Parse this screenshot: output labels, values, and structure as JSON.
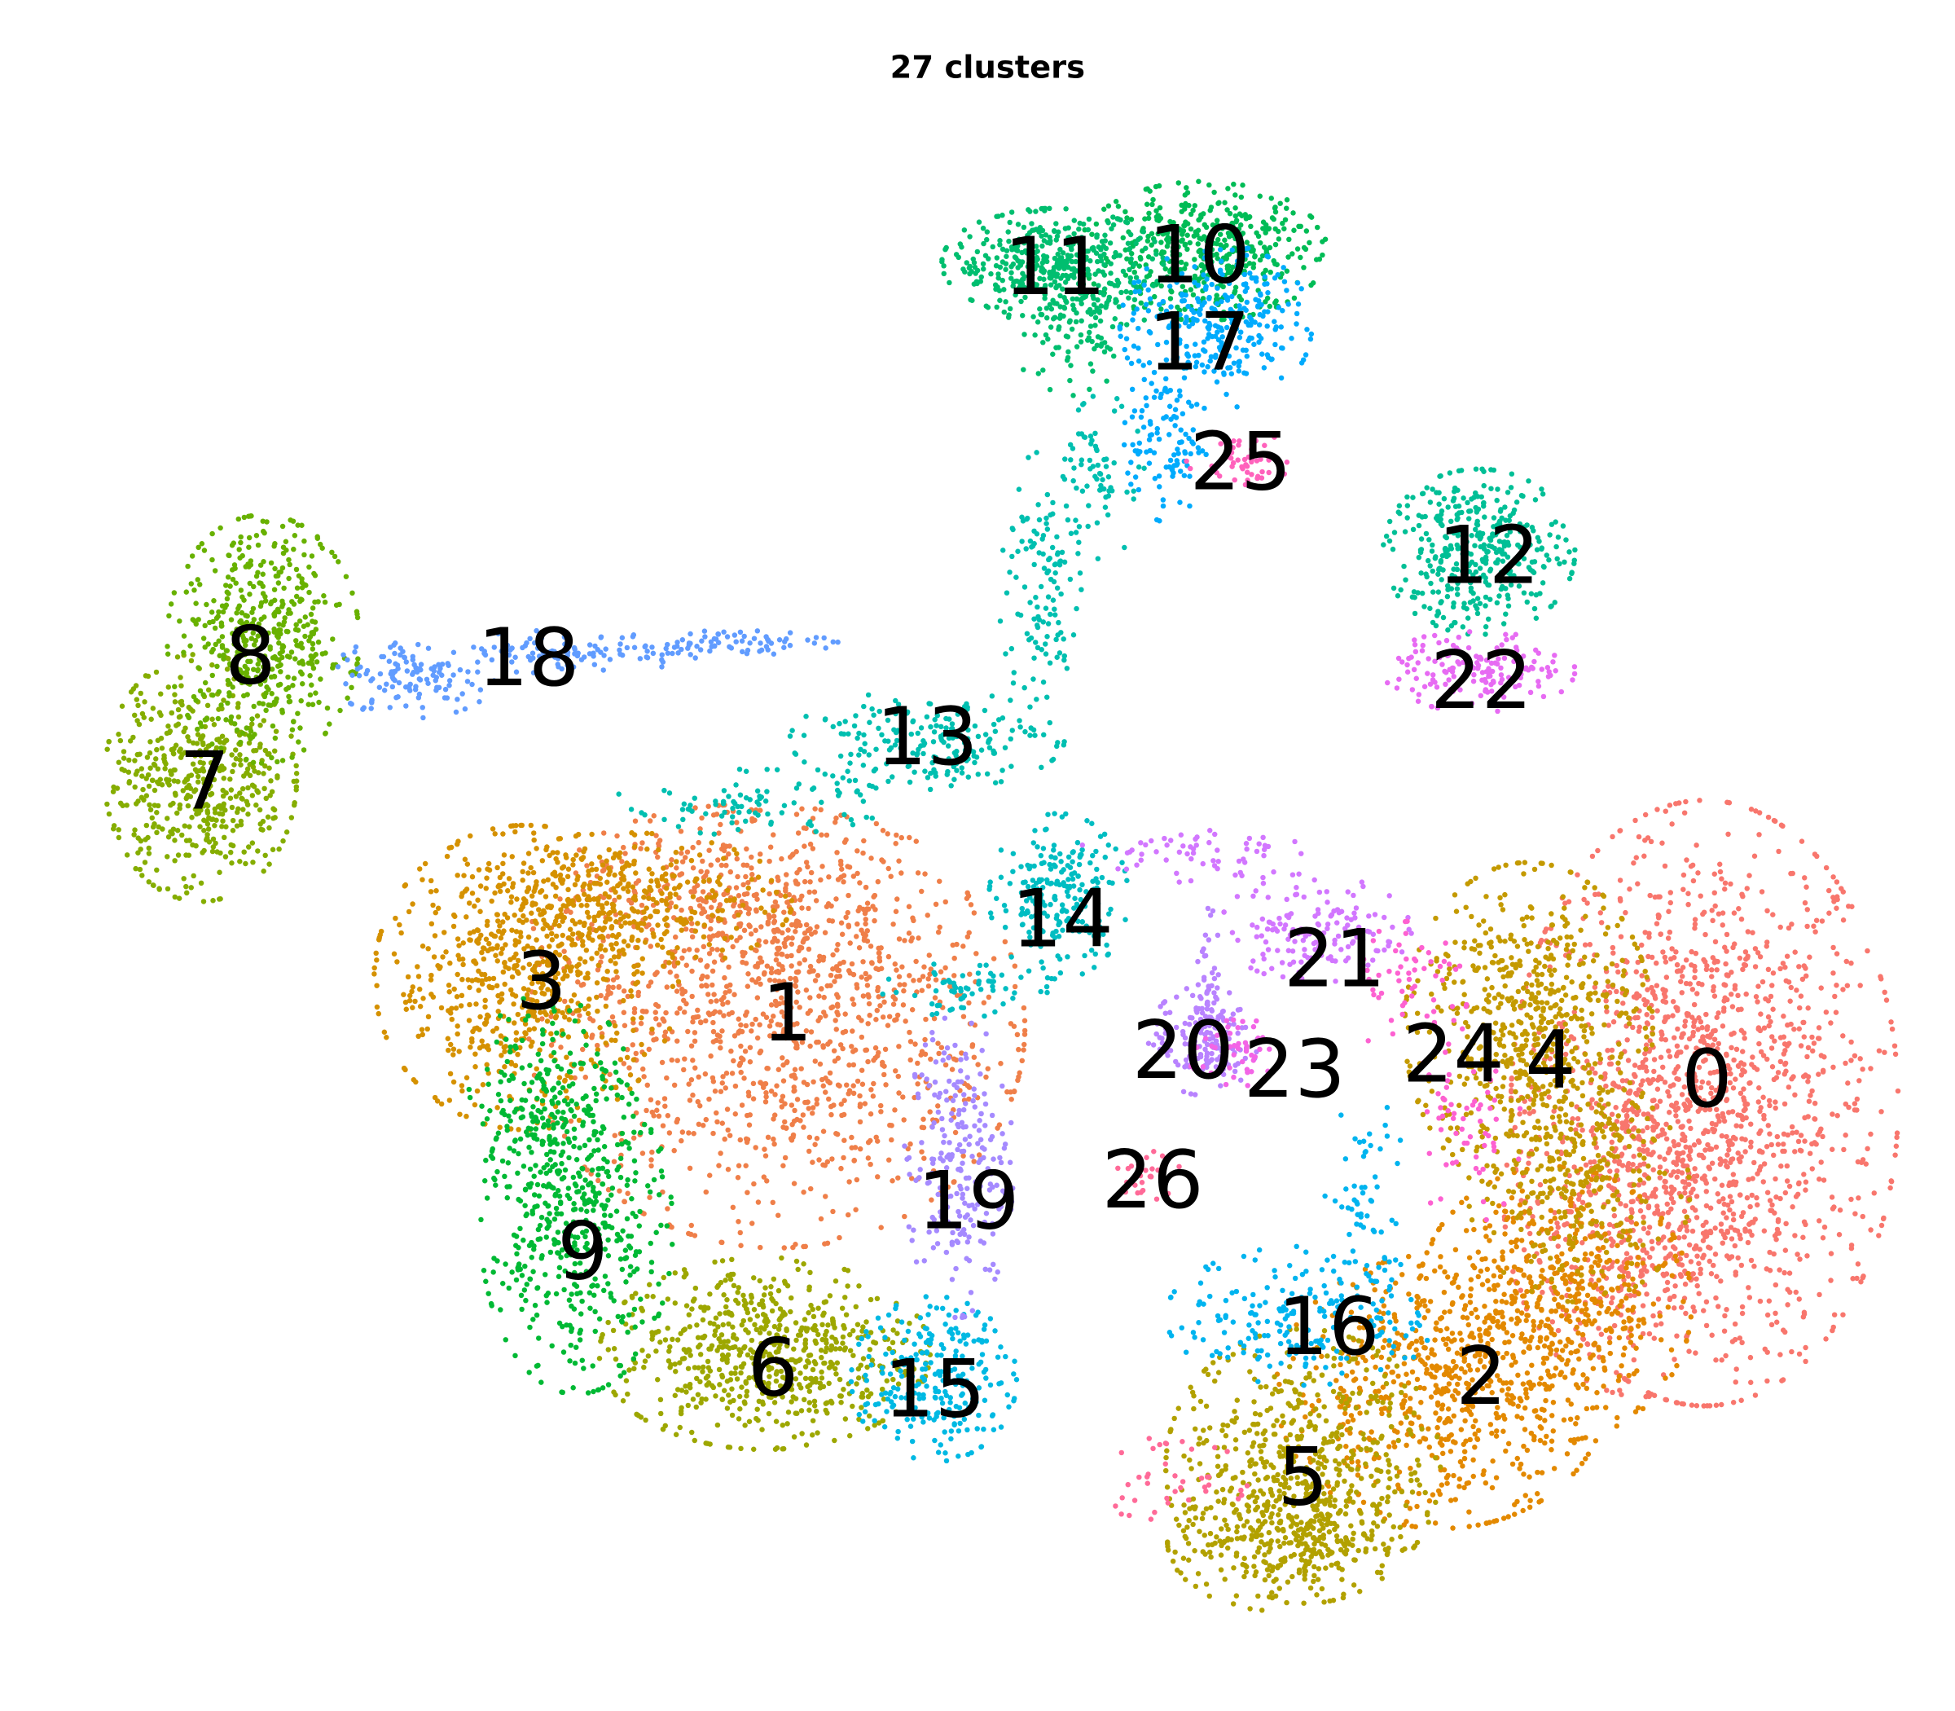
{
  "chart_data": {
    "type": "scatter",
    "title": "27 clusters",
    "xlabel": "",
    "ylabel": "",
    "xlim": [
      -13,
      11.5
    ],
    "ylim": [
      -11,
      11.7
    ],
    "grid": false,
    "legend": "none",
    "clusters": [
      {
        "id": "0",
        "color": "#F8766D",
        "label_x": 9.7,
        "label_y": -2.63,
        "blobs": [
          [
            9.67,
            -3.0,
            1.17,
            1.83,
            1300
          ],
          [
            8.83,
            -4.33,
            0.83,
            1.17,
            400
          ]
        ]
      },
      {
        "id": "1",
        "color": "#EF7F49",
        "label_x": -2.53,
        "label_y": -1.75,
        "blobs": [
          [
            -2.67,
            -2.0,
            1.5,
            1.33,
            1000
          ],
          [
            -3.0,
            -0.5,
            1.33,
            0.67,
            400
          ]
        ]
      },
      {
        "id": "2",
        "color": "#E38900",
        "label_x": 6.7,
        "label_y": -6.58,
        "blobs": [
          [
            7.67,
            -5.67,
            0.83,
            0.83,
            500
          ],
          [
            6.17,
            -6.83,
            1.0,
            0.83,
            600
          ]
        ]
      },
      {
        "id": "3",
        "color": "#D59100",
        "label_x": -5.8,
        "label_y": -1.33,
        "blobs": [
          [
            -6.0,
            -1.33,
            0.92,
            0.92,
            650
          ],
          [
            -4.67,
            -0.33,
            1.0,
            0.42,
            350
          ]
        ]
      },
      {
        "id": "4",
        "color": "#C49A00",
        "label_x": 7.62,
        "label_y": -2.38,
        "blobs": [
          [
            7.33,
            -2.0,
            0.75,
            1.0,
            650
          ],
          [
            8.0,
            -4.17,
            0.67,
            0.67,
            250
          ]
        ]
      },
      {
        "id": "5",
        "color": "#B2A100",
        "label_x": 4.33,
        "label_y": -7.92,
        "blobs": [
          [
            4.33,
            -7.83,
            0.83,
            0.83,
            550
          ],
          [
            4.0,
            -8.83,
            0.67,
            0.42,
            250
          ]
        ]
      },
      {
        "id": "6",
        "color": "#9DA700",
        "label_x": -2.72,
        "label_y": -6.47,
        "blobs": [
          [
            -2.83,
            -6.33,
            1.0,
            0.58,
            650
          ]
        ]
      },
      {
        "id": "7",
        "color": "#85AD00",
        "label_x": -10.28,
        "label_y": 1.33,
        "blobs": [
          [
            -10.33,
            1.33,
            0.58,
            0.75,
            500
          ]
        ]
      },
      {
        "id": "8",
        "color": "#68B100",
        "label_x": -9.67,
        "label_y": 3.0,
        "blobs": [
          [
            -9.5,
            3.17,
            0.58,
            0.75,
            480
          ]
        ]
      },
      {
        "id": "9",
        "color": "#00B934",
        "label_x": -5.25,
        "label_y": -4.92,
        "blobs": [
          [
            -5.33,
            -4.67,
            0.58,
            1.0,
            450
          ],
          [
            -5.67,
            -3.0,
            0.5,
            0.67,
            200
          ]
        ]
      },
      {
        "id": "10",
        "color": "#00BC56",
        "label_x": 2.95,
        "label_y": 8.33,
        "blobs": [
          [
            3.0,
            8.33,
            0.75,
            0.42,
            450
          ]
        ]
      },
      {
        "id": "11",
        "color": "#00BE6F",
        "label_x": 1.03,
        "label_y": 8.17,
        "blobs": [
          [
            1.0,
            8.17,
            0.67,
            0.33,
            380
          ],
          [
            1.33,
            7.33,
            0.42,
            0.42,
            120
          ]
        ]
      },
      {
        "id": "12",
        "color": "#00BF96",
        "label_x": 6.8,
        "label_y": 4.33,
        "blobs": [
          [
            6.67,
            4.33,
            0.58,
            0.5,
            380
          ]
        ]
      },
      {
        "id": "13",
        "color": "#00BFB0",
        "label_x": -0.67,
        "label_y": 1.92,
        "blobs": [
          [
            -0.67,
            1.83,
            0.83,
            0.3,
            200
          ],
          [
            0.83,
            3.83,
            0.25,
            0.83,
            120
          ],
          [
            1.67,
            5.33,
            0.25,
            0.5,
            70
          ],
          [
            -3.0,
            1.0,
            0.83,
            0.2,
            90
          ]
        ]
      },
      {
        "id": "14",
        "color": "#00BDC2",
        "label_x": 1.13,
        "label_y": -0.5,
        "blobs": [
          [
            1.08,
            -0.25,
            0.42,
            0.5,
            220
          ],
          [
            -0.17,
            -1.5,
            0.5,
            0.17,
            60
          ]
        ]
      },
      {
        "id": "15",
        "color": "#00B9E3",
        "label_x": -0.57,
        "label_y": -6.75,
        "blobs": [
          [
            -0.58,
            -6.67,
            0.5,
            0.5,
            250
          ]
        ]
      },
      {
        "id": "16",
        "color": "#00B4EF",
        "label_x": 4.67,
        "label_y": -5.92,
        "blobs": [
          [
            4.33,
            -5.83,
            0.83,
            0.42,
            200
          ],
          [
            5.17,
            -4.33,
            0.25,
            0.67,
            60
          ]
        ]
      },
      {
        "id": "17",
        "color": "#00ABFD",
        "label_x": 2.95,
        "label_y": 7.17,
        "blobs": [
          [
            3.17,
            7.33,
            0.58,
            0.5,
            300
          ],
          [
            2.5,
            5.83,
            0.25,
            0.5,
            100
          ]
        ]
      },
      {
        "id": "18",
        "color": "#619CFF",
        "label_x": -5.97,
        "label_y": 2.97,
        "blobs": [
          [
            -7.5,
            2.67,
            0.5,
            0.25,
            120
          ],
          [
            -5.5,
            3.0,
            0.83,
            0.13,
            100
          ],
          [
            -3.33,
            3.13,
            0.67,
            0.08,
            70
          ]
        ]
      },
      {
        "id": "19",
        "color": "#A58AFF",
        "label_x": -0.12,
        "label_y": -4.25,
        "blobs": [
          [
            -0.25,
            -3.83,
            0.33,
            0.92,
            220
          ]
        ]
      },
      {
        "id": "20",
        "color": "#B983FF",
        "label_x": 3.08,
        "label_y": -2.25,
        "blobs": [
          [
            3.0,
            -2.17,
            0.33,
            0.33,
            150
          ],
          [
            3.08,
            -1.5,
            0.08,
            0.5,
            50
          ]
        ]
      },
      {
        "id": "21",
        "color": "#D277FF",
        "label_x": 4.75,
        "label_y": -1.03,
        "blobs": [
          [
            4.5,
            -0.67,
            0.58,
            0.33,
            150
          ],
          [
            2.83,
            0.33,
            0.67,
            0.2,
            60
          ]
        ]
      },
      {
        "id": "22",
        "color": "#E76BF3",
        "label_x": 6.7,
        "label_y": 2.67,
        "blobs": [
          [
            6.67,
            2.75,
            0.58,
            0.25,
            150
          ]
        ]
      },
      {
        "id": "23",
        "color": "#F365E6",
        "label_x": 3.87,
        "label_y": -2.5,
        "blobs": [
          [
            3.5,
            -2.33,
            0.33,
            0.2,
            50
          ]
        ]
      },
      {
        "id": "24",
        "color": "#FD61D1",
        "label_x": 6.33,
        "label_y": -2.3,
        "blobs": [
          [
            5.83,
            -1.5,
            0.42,
            0.42,
            60
          ],
          [
            6.5,
            -3.33,
            0.33,
            0.67,
            60
          ]
        ]
      },
      {
        "id": "25",
        "color": "#FF62BC",
        "label_x": 3.5,
        "label_y": 5.58,
        "blobs": [
          [
            3.5,
            5.58,
            0.33,
            0.17,
            50
          ]
        ]
      },
      {
        "id": "26",
        "color": "#FF6A98",
        "label_x": 2.33,
        "label_y": -3.97,
        "blobs": [
          [
            2.25,
            -3.92,
            0.2,
            0.17,
            25
          ],
          [
            2.5,
            -8.0,
            0.5,
            0.25,
            40
          ]
        ]
      }
    ]
  }
}
